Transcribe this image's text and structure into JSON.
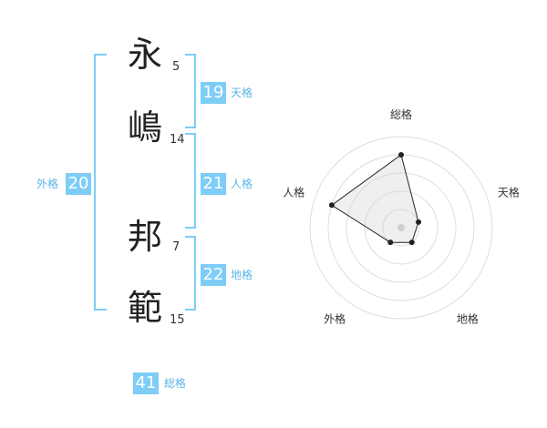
{
  "name": {
    "chars": [
      {
        "char": "永",
        "strokes": "5"
      },
      {
        "char": "嶋",
        "strokes": "14"
      },
      {
        "char": "邦",
        "strokes": "7"
      },
      {
        "char": "範",
        "strokes": "15"
      }
    ]
  },
  "fortunes": {
    "tenkaku": {
      "value": "19",
      "label": "天格"
    },
    "jinkaku": {
      "value": "21",
      "label": "人格"
    },
    "chikaku": {
      "value": "22",
      "label": "地格"
    },
    "gaikaku": {
      "value": "20",
      "label": "外格"
    },
    "soukaku": {
      "value": "41",
      "label": "総格"
    }
  },
  "colors": {
    "accent": "#7ecdf7",
    "bracket": "#7ecdf7",
    "text": "#222222"
  },
  "chart_data": {
    "type": "radar",
    "axes": [
      "総格",
      "天格",
      "地格",
      "外格",
      "人格"
    ],
    "values": [
      4,
      1,
      1,
      1,
      4
    ],
    "max": 5,
    "rings": 5
  }
}
